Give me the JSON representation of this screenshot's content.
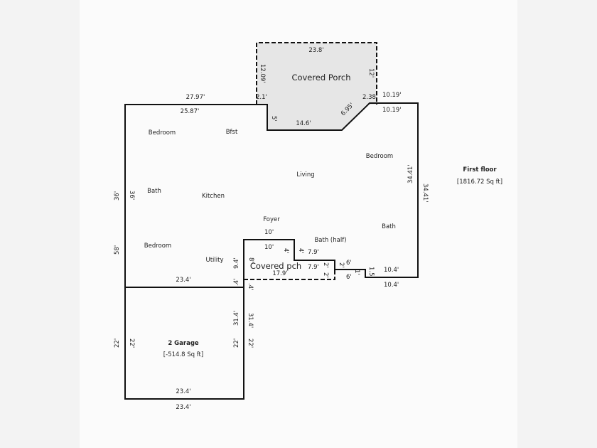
{
  "floor": {
    "name": "First floor",
    "area": "[1816.72 Sq ft]"
  },
  "garage": {
    "name": "2 Garage",
    "area": "[-514.8 Sq ft]"
  },
  "rooms": {
    "covered_porch": "Covered Porch",
    "covered_pch": "Covered pch",
    "bedroom": "Bedroom",
    "bfst": "Bfst",
    "living": "Living",
    "bath": "Bath",
    "kitchen": "Kitchen",
    "foyer": "Foyer",
    "bath_half": "Bath (half)",
    "utility": "Utility"
  },
  "dims": {
    "d23_8": "23.8'",
    "d12_09": "12.09'",
    "d12": "12'",
    "d27_97": "27.97'",
    "d2_1": "2.1'",
    "d2_38": "2.38'",
    "d10_19": "10.19'",
    "d25_87": "25.87'",
    "d5": "5'",
    "d14_6": "14.6'",
    "d6_95": "6.95'",
    "d36": "36'",
    "d34_41": "34.41'",
    "d58": "58'",
    "d10": "10'",
    "d4": "4'",
    "d7_9": "7.9'",
    "d8": "8'",
    "d9_4": "9.4'",
    "d17_9": "17.9'",
    "d2": "2'",
    "d6": "6'",
    "d1": "1'",
    "d1_5": "1.5'",
    "d10_4": "10.4'",
    "d23_4": "23.4'",
    "d_4": ".4'",
    "d31_4": "31.4'",
    "d22": "22'"
  },
  "colors": {
    "porch_fill": "#e6e6e6",
    "wall": "#111111"
  }
}
